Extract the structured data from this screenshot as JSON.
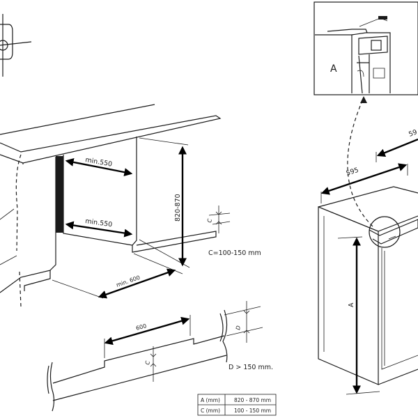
{
  "niche_dims": {
    "depth_top": "min.550",
    "depth_bottom": "min.550",
    "height_range": "820-870",
    "plinth_label": "C",
    "c_note": "C=100-150 mm",
    "width": "min. 600"
  },
  "vent_detail": {
    "width": "600",
    "c_label": "C",
    "d_label": "D",
    "d_note": "D > 150 mm."
  },
  "appliance": {
    "width": "595",
    "depth_cut": "59",
    "height_label": "A",
    "inset_label": "A"
  },
  "table": {
    "rows": [
      {
        "name": "A (mm)",
        "value": "820 - 870 mm"
      },
      {
        "name": "C (mm)",
        "value": "100 - 150 mm"
      }
    ]
  }
}
